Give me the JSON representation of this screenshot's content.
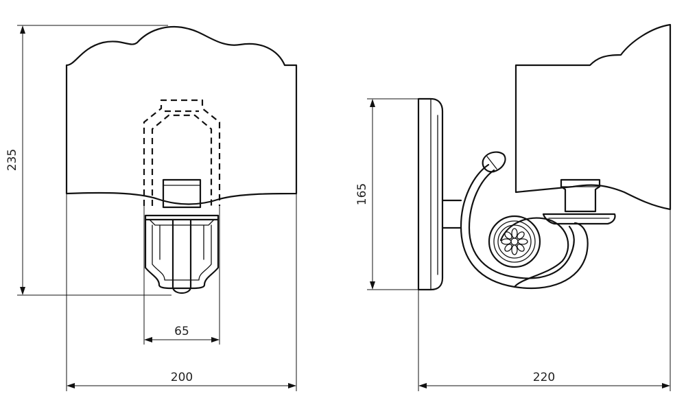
{
  "dimensions": {
    "front_height": "235",
    "socket_width": "65",
    "front_width": "200",
    "side_height": "165",
    "side_depth": "220"
  }
}
